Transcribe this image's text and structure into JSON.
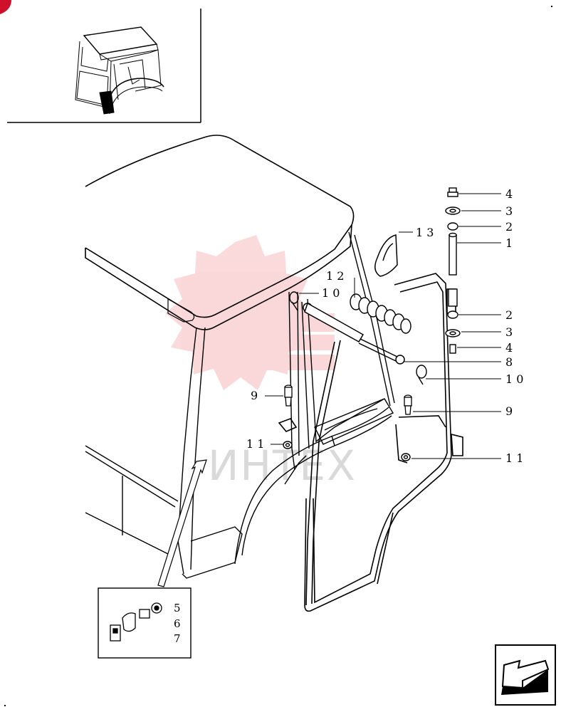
{
  "diagram": {
    "callouts": [
      {
        "id": "c4a",
        "text": "4"
      },
      {
        "id": "c3a",
        "text": "3"
      },
      {
        "id": "c2a",
        "text": "2"
      },
      {
        "id": "c1",
        "text": "1"
      },
      {
        "id": "c13",
        "text": "1 3"
      },
      {
        "id": "c12",
        "text": "1 2"
      },
      {
        "id": "c10a",
        "text": "1 0"
      },
      {
        "id": "c2b",
        "text": "2"
      },
      {
        "id": "c3b",
        "text": "3"
      },
      {
        "id": "c4b",
        "text": "4"
      },
      {
        "id": "c8",
        "text": "8"
      },
      {
        "id": "c10b",
        "text": "1 0"
      },
      {
        "id": "c9a",
        "text": "9"
      },
      {
        "id": "c9b",
        "text": "9"
      },
      {
        "id": "c11a",
        "text": "1 1"
      },
      {
        "id": "c11b",
        "text": "1 1"
      },
      {
        "id": "c5",
        "text": "5"
      },
      {
        "id": "c6",
        "text": "6"
      },
      {
        "id": "c7",
        "text": "7"
      }
    ],
    "watermark": "ИНТЕХ",
    "colors": {
      "line": "#000000",
      "watermark": "#e8303a",
      "corner_badge": "#d0102a"
    }
  }
}
